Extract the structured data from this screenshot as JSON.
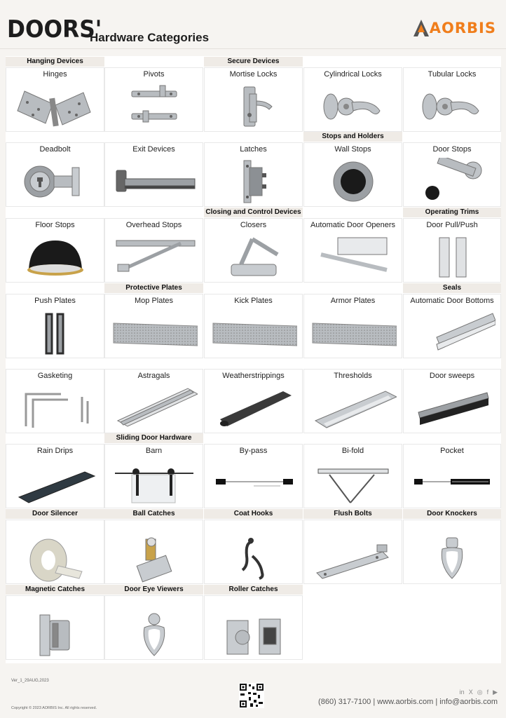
{
  "header": {
    "brand": "DOORS'",
    "subtitle": "Hardware Categories",
    "logo_text": "AORBIS"
  },
  "groups": [
    {
      "label": "Hanging Devices",
      "slot": "g-hanging"
    },
    {
      "label": "Secure Devices",
      "slot": "g-secure"
    },
    {
      "label": "Stops and Holders",
      "slot": "g-stops"
    },
    {
      "label": "Closing and Control Devices",
      "slot": "g-closing"
    },
    {
      "label": "Operating Trims",
      "slot": "g-trims"
    },
    {
      "label": "Protective Plates",
      "slot": "g-protective"
    },
    {
      "label": "Seals",
      "slot": "g-seals"
    },
    {
      "label": "Sliding Door Hardware",
      "slot": "g-sliding"
    },
    {
      "label": "Door Silencer",
      "slot": "g-silencer"
    },
    {
      "label": "Ball Catches",
      "slot": "g-ball"
    },
    {
      "label": "Coat Hooks",
      "slot": "g-hooks"
    },
    {
      "label": "Flush Bolts",
      "slot": "g-flush"
    },
    {
      "label": "Door Knockers",
      "slot": "g-knockers"
    },
    {
      "label": "Magnetic Catches",
      "slot": "g-magnetic"
    },
    {
      "label": "Door Eye Viewers",
      "slot": "g-eye"
    },
    {
      "label": "Roller Catches",
      "slot": "g-roller"
    }
  ],
  "items": [
    {
      "label": "Hinges",
      "icon": "hinge-icon"
    },
    {
      "label": "Pivots",
      "icon": "pivot-icon"
    },
    {
      "label": "Mortise Locks",
      "icon": "mortise-lock-icon"
    },
    {
      "label": "Cylindrical Locks",
      "icon": "lever-lock-icon"
    },
    {
      "label": "Tubular Locks",
      "icon": "lever-lock-icon"
    },
    {
      "label": "Deadbolt",
      "icon": "deadbolt-icon"
    },
    {
      "label": "Exit Devices",
      "icon": "exit-device-icon"
    },
    {
      "label": "Latches",
      "icon": "latch-icon"
    },
    {
      "label": "Wall Stops",
      "icon": "wall-stop-icon"
    },
    {
      "label": "Door Stops",
      "icon": "door-stop-icon"
    },
    {
      "label": "Floor Stops",
      "icon": "floor-stop-icon"
    },
    {
      "label": "Overhead Stops",
      "icon": "overhead-stop-icon"
    },
    {
      "label": "Closers",
      "icon": "closer-icon"
    },
    {
      "label": "Automatic Door Openers",
      "icon": "door-opener-icon"
    },
    {
      "label": "Door Pull/Push",
      "icon": "pull-push-icon"
    },
    {
      "label": "Push Plates",
      "icon": "push-plate-icon"
    },
    {
      "label": "Mop Plates",
      "icon": "plate-icon"
    },
    {
      "label": "Kick Plates",
      "icon": "plate-icon"
    },
    {
      "label": "Armor Plates",
      "icon": "plate-icon"
    },
    {
      "label": "Automatic Door Bottoms",
      "icon": "door-bottom-icon"
    },
    {
      "label": "Gasketing",
      "icon": "gasket-icon"
    },
    {
      "label": "Astragals",
      "icon": "astragal-icon"
    },
    {
      "label": "Weatherstrippings",
      "icon": "weatherstrip-icon"
    },
    {
      "label": "Thresholds",
      "icon": "threshold-icon"
    },
    {
      "label": "Door sweeps",
      "icon": "door-sweep-icon"
    },
    {
      "label": "Rain Drips",
      "icon": "rain-drip-icon"
    },
    {
      "label": "Barn",
      "icon": "barn-door-icon"
    },
    {
      "label": "By-pass",
      "icon": "bypass-icon"
    },
    {
      "label": "Bi-fold",
      "icon": "bifold-icon"
    },
    {
      "label": "Pocket",
      "icon": "pocket-door-icon"
    },
    {
      "label": "",
      "icon": "silencer-icon"
    },
    {
      "label": "",
      "icon": "ball-catch-icon"
    },
    {
      "label": "",
      "icon": "coat-hook-icon"
    },
    {
      "label": "",
      "icon": "flush-bolt-icon"
    },
    {
      "label": "",
      "icon": "knocker-icon"
    },
    {
      "label": "",
      "icon": "magnetic-catch-icon"
    },
    {
      "label": "",
      "icon": "eye-viewer-icon"
    },
    {
      "label": "",
      "icon": "roller-catch-icon"
    }
  ],
  "footer": {
    "version": "Ver_1_29AUG,2023",
    "copyright": "Copyright © 2023 AORBIS Inc. All rights reserved.",
    "social": [
      "in",
      "X",
      "◎",
      "f",
      "▶"
    ],
    "contact": "(860) 317-7100 | www.aorbis.com | info@aorbis.com"
  },
  "colors": {
    "accent": "#f07e1c",
    "category_bg": "#efebe6",
    "metal": "#b8bcc0"
  }
}
